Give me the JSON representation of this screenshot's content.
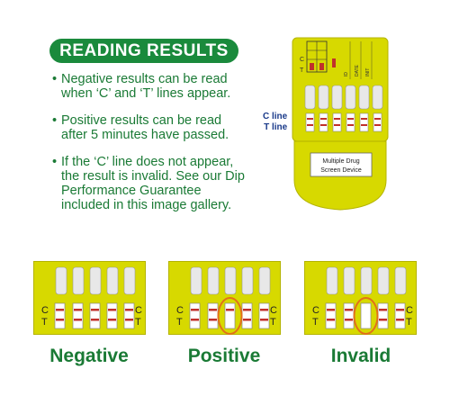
{
  "heading": "READING RESULTS",
  "bullets": [
    "Negative results can be read when ‘C’ and ‘T’ lines appear.",
    "Positive results can be read after 5 minutes have passed.",
    "If the ‘C’ line does not appear, the result is invalid. See our Dip Performance Guarantee included in this image gallery."
  ],
  "side_labels": {
    "c_line": "C line",
    "t_line": "T line"
  },
  "device": {
    "label_line1": "Multiple Drug",
    "label_line2": "Screen Device",
    "header_c": "C",
    "header_t": "T",
    "field_id": "ID",
    "field_date": "DATE",
    "field_init": "INIT"
  },
  "cards": {
    "c_letter": "C",
    "t_letter": "T",
    "negative": "Negative",
    "positive": "Positive",
    "invalid": "Invalid"
  },
  "colors": {
    "strip_yellow": "#d7d900",
    "heading_green": "#1a8a3c",
    "text_green": "#1a7a35",
    "highlight_orange": "#e2701a"
  }
}
